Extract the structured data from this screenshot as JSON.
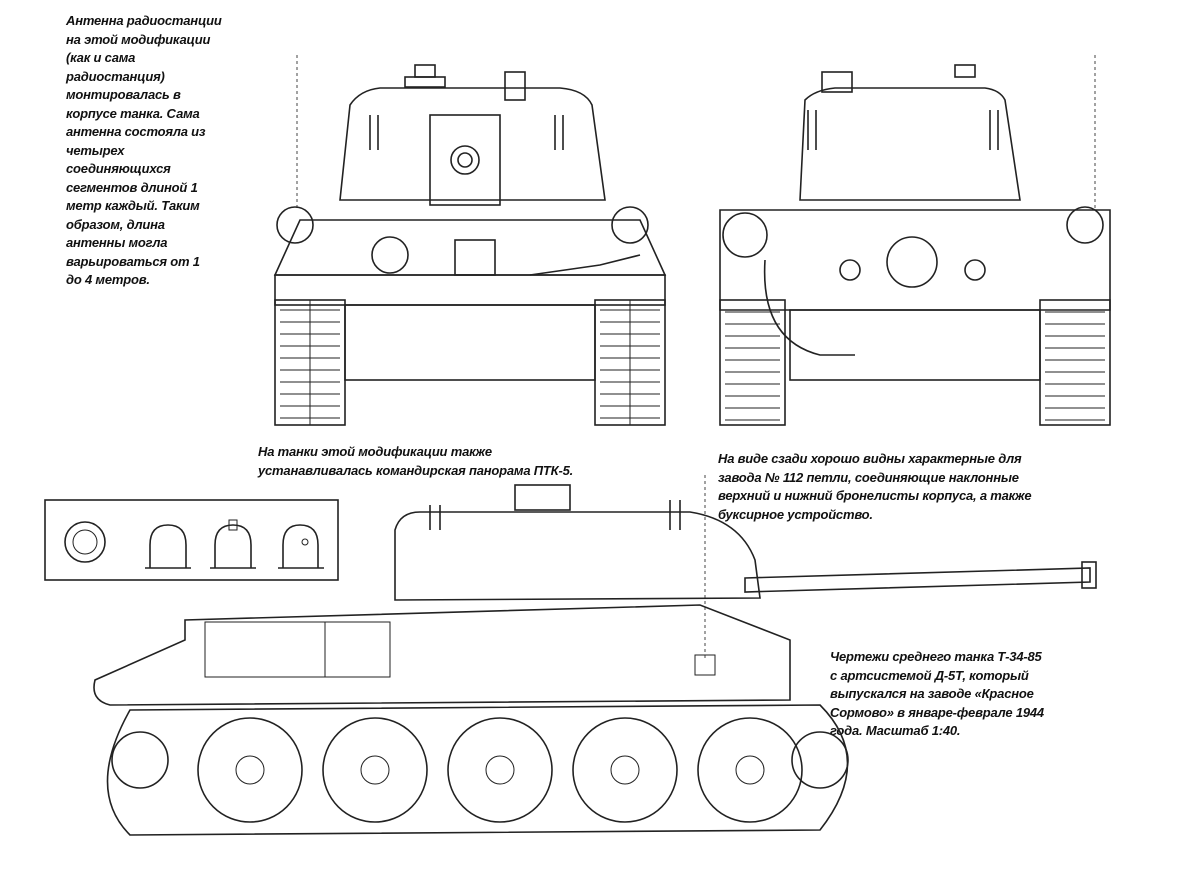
{
  "captions": {
    "antenna": [
      "Антенна радиостанции",
      "на этой модификации",
      "(как и сама",
      "радиостанция)",
      "монтировалась в",
      "корпусе танка. Сама",
      "антенна состояла из",
      "четырех",
      "соединяющихся",
      "сегментов длиной 1",
      "метр каждый. Таким",
      "образом, длина",
      "антенны могла",
      "варьироваться от 1",
      "до 4 метров."
    ],
    "panorama": [
      "На танки этой модификации также",
      "устанавливалась командирская панорама ПТК-5."
    ],
    "rear_view": [
      "На виде сзади хорошо видны характерные для",
      "завода № 112 петли, соединяющие наклонные",
      "верхний и нижний бронелисты корпуса, а также",
      "буксирное устройство."
    ],
    "drawing_info": [
      "Чертежи среднего танка Т-34-85",
      "с артсистемой Д-5Т, который",
      "выпускался на заводе «Красное",
      "Сормово» в январе-феврале 1944",
      "года. Масштаб 1:40."
    ]
  }
}
